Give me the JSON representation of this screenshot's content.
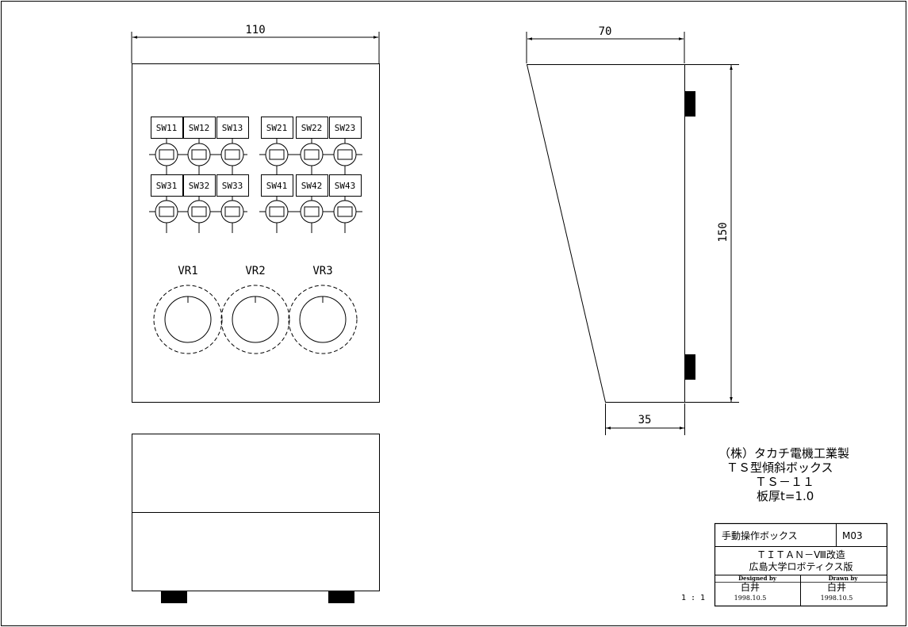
{
  "front_view": {
    "width_dim": "110",
    "switch_row1": [
      "SW11",
      "SW12",
      "SW13",
      "SW21",
      "SW22",
      "SW23"
    ],
    "switch_row2": [
      "SW31",
      "SW32",
      "SW33",
      "SW41",
      "SW42",
      "SW43"
    ],
    "volumes": [
      "VR1",
      "VR2",
      "VR3"
    ]
  },
  "side_view": {
    "top_dim": "70",
    "height_dim": "150",
    "bottom_dim": "35"
  },
  "notes": {
    "maker": "（株）タカチ電機工業製",
    "model": "ＴＳ型傾斜ボックス",
    "part": "ＴＳ－１１",
    "thickness": "板厚t=1.0"
  },
  "title_block": {
    "title": "手動操作ボックス",
    "code": "M03",
    "project": "ＴＩＴＡＮ－Ⅷ改造",
    "org": "広島大学ロボティクス版",
    "designed_label": "Designed by",
    "designer": "白井",
    "designed_date": "1998.10.5",
    "drawn_label": "Drawn by",
    "drawer": "白井",
    "drawn_date": "1998.10.5",
    "scale": "1 : 1"
  },
  "colors": {
    "line": "#000000",
    "background": "#ffffff"
  }
}
